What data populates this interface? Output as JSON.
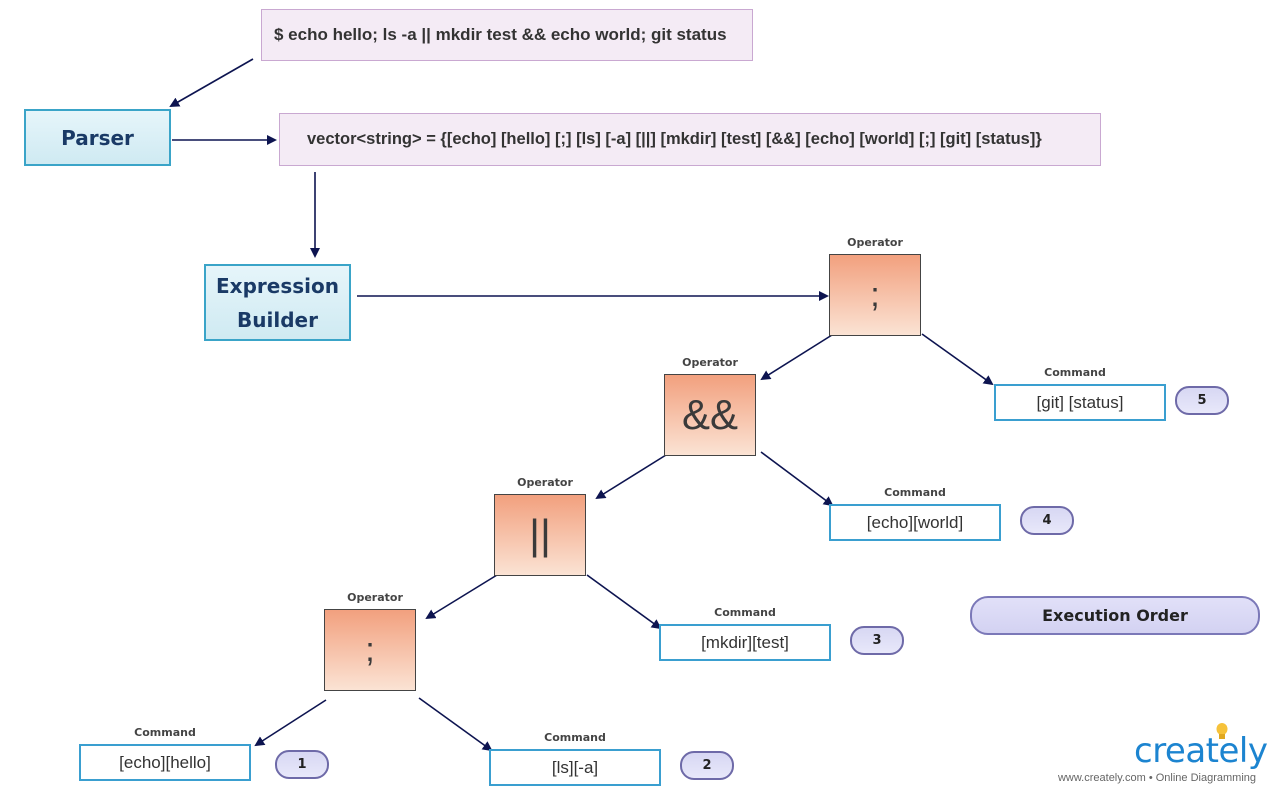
{
  "command_line": "$ echo hello; ls -a || mkdir test && echo world; git status",
  "parser_label": "Parser",
  "token_vector": "vector<string> = {[echo] [hello] [;] [ls] [-a] [||] [mkdir] [test] [&&] [echo] [world] [;] [git] [status]}",
  "builder_label_line1": "Expression",
  "builder_label_line2": "Builder",
  "operator_label": "Operator",
  "command_label": "Command",
  "operators": [
    ";",
    "&&",
    "||",
    ";"
  ],
  "commands": [
    "[git] [status]",
    "[echo][world]",
    "[mkdir][test]",
    "[echo][hello]",
    "[ls][-a]"
  ],
  "order_numbers": [
    "5",
    "4",
    "3",
    "1",
    "2"
  ],
  "legend_label": "Execution Order",
  "brand": {
    "logo_text": "creately",
    "tagline": "www.creately.com • Online Diagramming"
  },
  "colors": {
    "arrow": "#0d1450",
    "blue_border": "#3aa4c8",
    "operator_fill": "#f2a07e",
    "pill_border": "#6e6aa8"
  }
}
